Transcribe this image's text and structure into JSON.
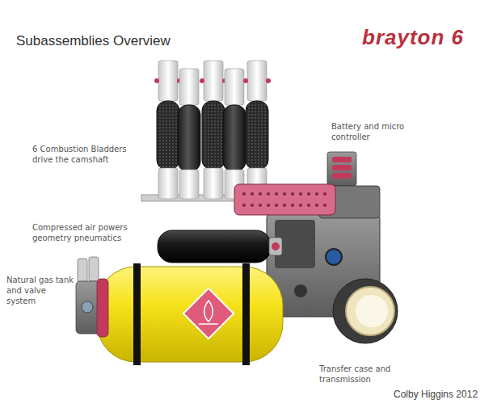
{
  "diagram": {
    "title": "Subassemblies Overview",
    "labels": [
      "brayton 6",
      "6 Combustion Bladders drive the camshaft",
      "Battery and micro controller",
      "Compressed air powers geometry pneumatics",
      "Natural gas tank and valve system",
      "Transfer case and transmission",
      "Colby Higgins 2012"
    ]
  }
}
